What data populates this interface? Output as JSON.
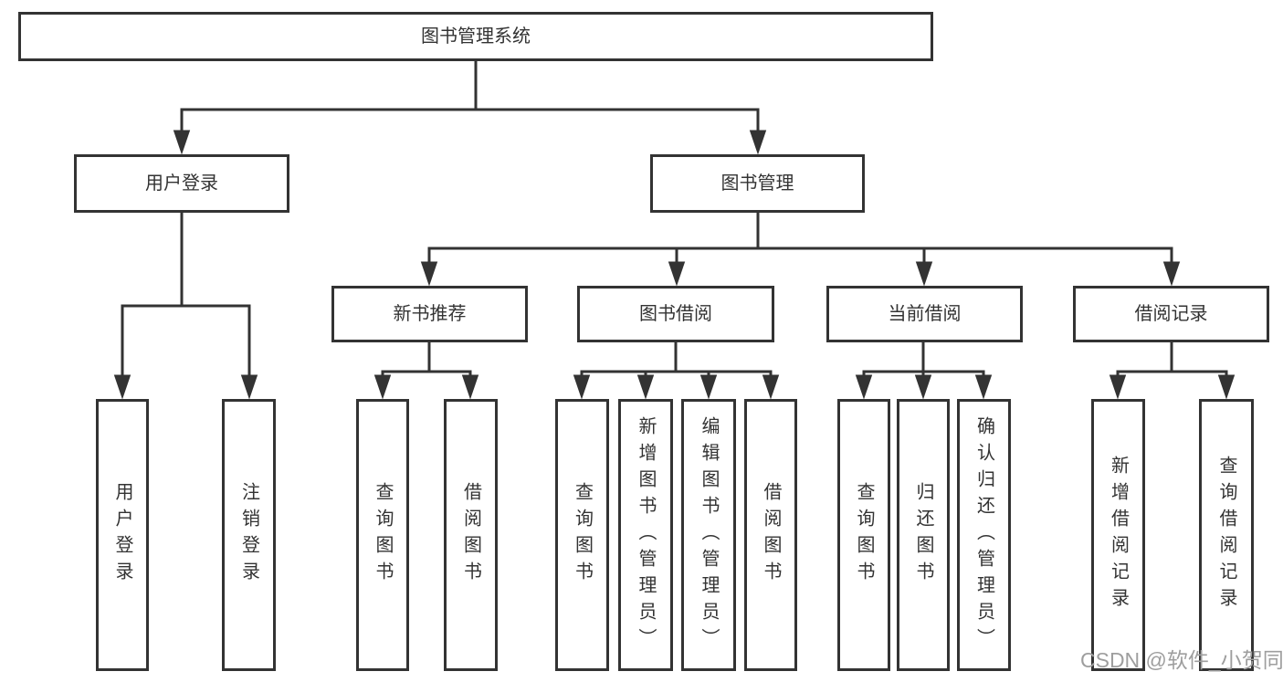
{
  "diagram": {
    "root": {
      "label": "图书管理系统"
    },
    "level2": [
      {
        "label": "用户登录"
      },
      {
        "label": "图书管理"
      }
    ],
    "level3": [
      {
        "label": "新书推荐",
        "parent": "图书管理"
      },
      {
        "label": "图书借阅",
        "parent": "图书管理"
      },
      {
        "label": "当前借阅",
        "parent": "图书管理"
      },
      {
        "label": "借阅记录",
        "parent": "图书管理"
      }
    ],
    "leaves": [
      {
        "label": "用户登录",
        "parent": "用户登录"
      },
      {
        "label": "注销登录",
        "parent": "用户登录"
      },
      {
        "label": "查询图书",
        "parent": "新书推荐"
      },
      {
        "label": "借阅图书",
        "parent": "新书推荐"
      },
      {
        "label": "查询图书",
        "parent": "图书借阅"
      },
      {
        "label": "新增图书（管理员）",
        "parent": "图书借阅"
      },
      {
        "label": "编辑图书（管理员）",
        "parent": "图书借阅"
      },
      {
        "label": "借阅图书",
        "parent": "图书借阅"
      },
      {
        "label": "查询图书",
        "parent": "当前借阅"
      },
      {
        "label": "归还图书",
        "parent": "当前借阅"
      },
      {
        "label": "确认归还（管理员）",
        "parent": "当前借阅"
      },
      {
        "label": "新增借阅记录",
        "parent": "借阅记录"
      },
      {
        "label": "查询借阅记录",
        "parent": "借阅记录"
      }
    ]
  },
  "watermark": "CSDN @软件_小贺同学",
  "colors": {
    "line": "#333333",
    "text": "#333333",
    "watermark": "#9e9e9e",
    "background": "#ffffff"
  }
}
